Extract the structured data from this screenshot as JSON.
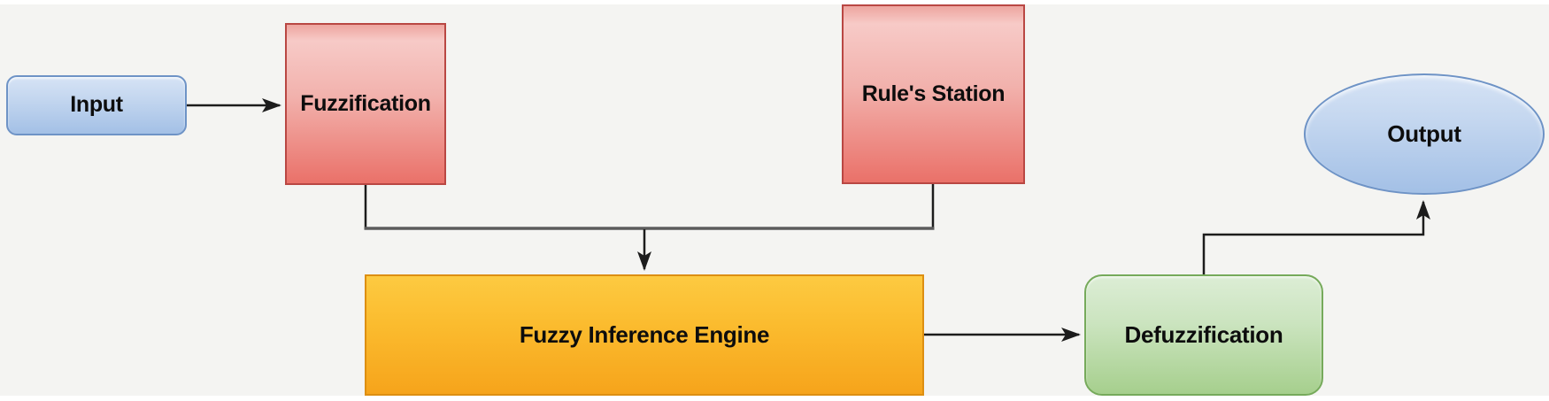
{
  "diagram": {
    "type": "flowchart",
    "background_color": "#f4f4f2",
    "connector_color": "#1c1c1c",
    "merged_connector_color": "#5c5c5c",
    "nodes": {
      "input": {
        "label": "Input",
        "shape": "rounded-rectangle",
        "fill_top": "#d6e3f5",
        "fill_bottom": "#a3c0e6",
        "border": "#6e93c6"
      },
      "fuzzification": {
        "label": "Fuzzification",
        "shape": "rectangle",
        "fill_top": "#f7cac7",
        "fill_bottom": "#ea7169",
        "border": "#b94743"
      },
      "rules_station": {
        "label": "Rule's Station",
        "shape": "rectangle",
        "fill_top": "#f7cac7",
        "fill_bottom": "#ea7169",
        "border": "#b94743"
      },
      "fuzzy_inference_engine": {
        "label": "Fuzzy Inference Engine",
        "shape": "rectangle",
        "fill_top": "#fdca41",
        "fill_bottom": "#f6a41b",
        "border": "#dd8f12"
      },
      "defuzzification": {
        "label": "Defuzzification",
        "shape": "rounded-rectangle",
        "fill_top": "#dcedd5",
        "fill_bottom": "#a6cf8d",
        "border": "#76aa5b"
      },
      "output": {
        "label": "Output",
        "shape": "ellipse",
        "fill_top": "#d6e3f5",
        "fill_bottom": "#a3c0e6",
        "border": "#6e93c6"
      }
    },
    "edges": [
      {
        "from": "input",
        "to": "fuzzification",
        "style": "arrow"
      },
      {
        "from": "fuzzification",
        "to": "fuzzy_inference_engine",
        "style": "elbow-merge-arrow"
      },
      {
        "from": "rules_station",
        "to": "fuzzy_inference_engine",
        "style": "elbow-merge-arrow"
      },
      {
        "from": "fuzzy_inference_engine",
        "to": "defuzzification",
        "style": "arrow"
      },
      {
        "from": "defuzzification",
        "to": "output",
        "style": "elbow-arrow"
      }
    ]
  }
}
